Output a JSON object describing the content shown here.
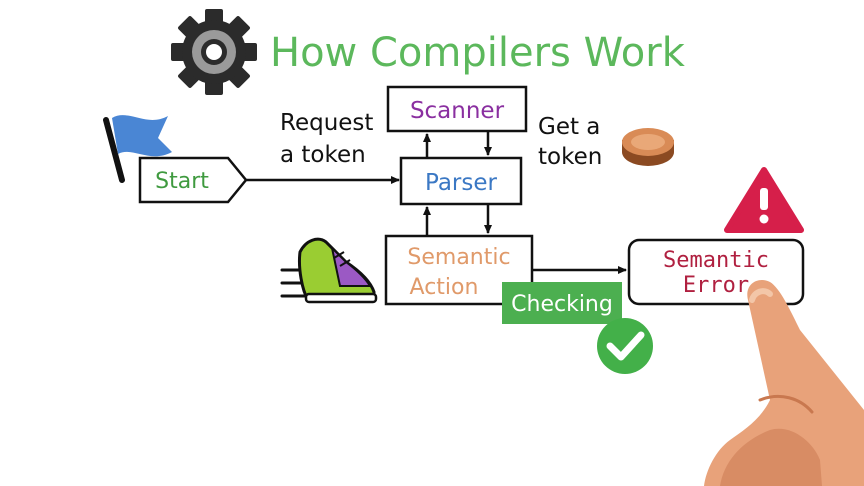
{
  "title": "How Compilers Work",
  "colors": {
    "title": "#5cb85c",
    "start": "#3f9a3f",
    "scanner": "#8a2fa0",
    "parser": "#3b78c4",
    "semantic_action": "#e09a6a",
    "semantic_error": "#b02040",
    "checking_bg": "#4caf50",
    "alert": "#d61f4a",
    "check_circle": "#43b049",
    "flag": "#4a86d4",
    "coin": "#d98b56",
    "shoe": "#9acd32",
    "shoe_accent": "#9b59c4",
    "skin": "#e8a27a",
    "gear": "#2b2b2b"
  },
  "icons": {
    "title_icon": "gear-icon",
    "start_icon": "flag-icon",
    "token_icon": "coin-icon",
    "action_icon": "sneaker-icon",
    "error_icon": "warning-icon",
    "checking_icon": "checkmark-icon",
    "pointer": "pointing-finger"
  },
  "diagram": {
    "start": {
      "label": "Start"
    },
    "scanner": {
      "label": "Scanner"
    },
    "parser": {
      "label": "Parser"
    },
    "semantic_action": {
      "line1": "Semantic",
      "line2": "Action"
    },
    "semantic_error": {
      "line1": "Semantic",
      "line2": "Error"
    },
    "checking": {
      "label": "Checking"
    },
    "request_token": {
      "line1": "Request",
      "line2": "a token"
    },
    "get_token": {
      "line1": "Get a",
      "line2": "token"
    }
  }
}
